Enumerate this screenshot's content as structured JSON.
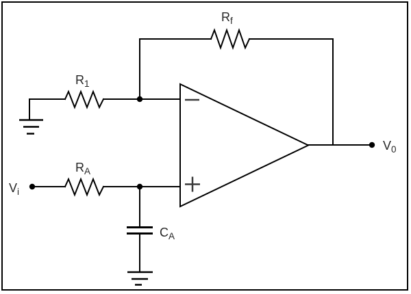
{
  "diagram": {
    "kind": "op-amp circuit schematic",
    "background_color": "#ffffff",
    "line_color": "#000000",
    "text_color": "#262626",
    "border_color": "#000000"
  },
  "labels": {
    "r1": {
      "main": "R",
      "sub": "1"
    },
    "rf": {
      "main": "R",
      "sub": "f"
    },
    "ra": {
      "main": "R",
      "sub": "A"
    },
    "ca": {
      "main": "C",
      "sub": "A"
    },
    "vi": {
      "main": "V",
      "sub": "i"
    },
    "vo": {
      "main": "V",
      "sub": "0"
    }
  },
  "components": {
    "opamp": "triangle op-amp with inverting (minus) top input and non-inverting (plus) bottom input",
    "resistors": [
      "R1",
      "Rf",
      "RA"
    ],
    "capacitors": [
      "CA"
    ],
    "grounds": [
      "left ground below R1 input",
      "bottom ground below CA"
    ],
    "terminals": [
      "Vi input terminal",
      "V0 output terminal"
    ]
  }
}
